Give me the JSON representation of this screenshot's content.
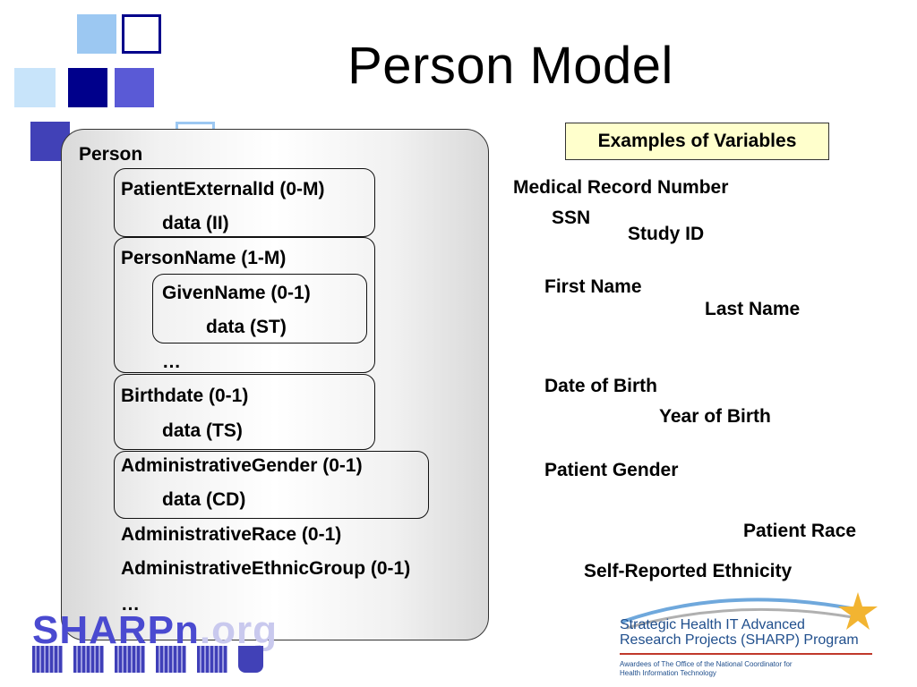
{
  "title": "Person Model",
  "colors": {
    "dark_navy": "#00008b",
    "medium_blue": "#5a5ad6",
    "light_blue": "#9cc8f2",
    "pale_blue": "#c8e4fa",
    "examples_fill": "#ffffcc",
    "logo_blue": "#1f4e8c",
    "star_gold": "#f2b431"
  },
  "model": {
    "lines": [
      "Person",
      "PatientExternalId (0-M)",
      "data (II)",
      "PersonName (1-M)",
      "GivenName (0-1)",
      "data (ST)",
      "…",
      "Birthdate (0-1)",
      "data (TS)",
      "AdministrativeGender (0-1)",
      "data (CD)",
      "AdministrativeRace (0-1)",
      "AdministrativeEthnicGroup (0-1)",
      "…"
    ]
  },
  "examples_header": "Examples of Variables",
  "variables": [
    "Medical Record Number",
    "SSN",
    "Study ID",
    "First Name",
    "Last Name",
    "Date of Birth",
    "Year of Birth",
    "Patient Gender",
    "Patient Race",
    "Self-Reported Ethnicity"
  ],
  "sharp_logo": {
    "bold": "SHARPn",
    "faded": ".org"
  },
  "program": {
    "line1": "Strategic Health IT Advanced",
    "line2": "Research Projects (SHARP) Program",
    "awards1": "Awardees of The Office of the National Coordinator for",
    "awards2": "Health Information Technology"
  }
}
